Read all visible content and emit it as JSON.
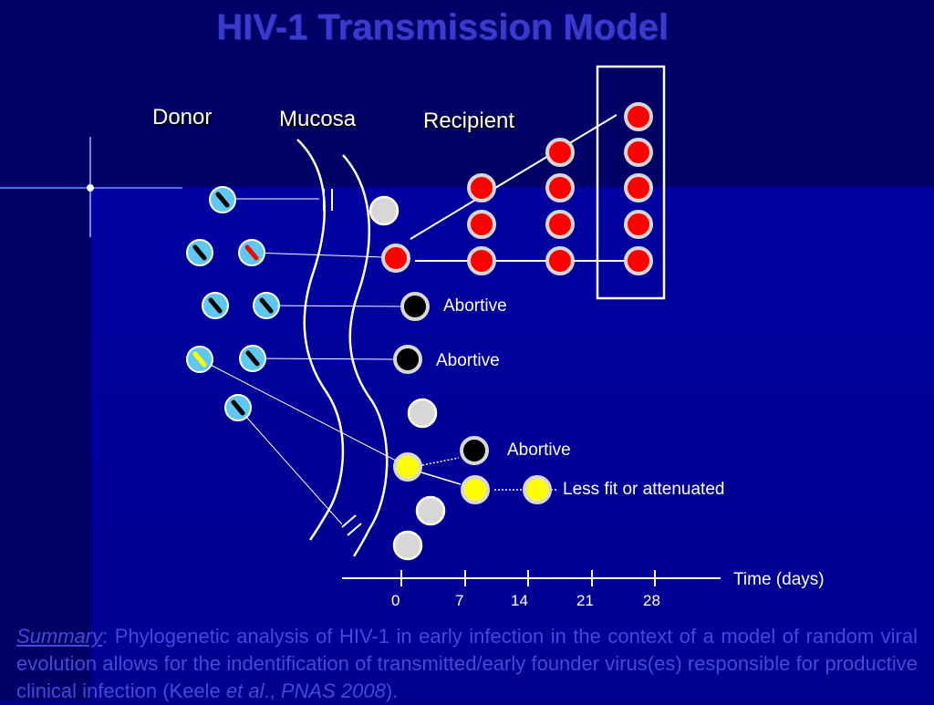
{
  "title": "HIV-1 Transmission Model",
  "headers": {
    "donor": "Donor",
    "mucosa": "Mucosa",
    "recipient": "Recipient"
  },
  "labels": {
    "abortive_1": "Abortive",
    "abortive_2": "Abortive",
    "abortive_3": "Abortive",
    "less_fit": "Less fit or attenuated"
  },
  "axis": {
    "label": "Time (days)",
    "ticks": [
      "0",
      "7",
      "14",
      "21",
      "28"
    ]
  },
  "summary": {
    "label": "Summary",
    "colon": ":",
    "text_1": "  Phylogenetic analysis of HIV-1 in early infection in the context of a model of random viral evolution allows for the indentification of transmitted/early founder virus(es) responsible for productive clinical infection (Keele ",
    "etal": "et al",
    "comma": "., ",
    "journal": "PNAS 2008",
    "end": ")."
  },
  "colors": {
    "virion": "#5ec8f0",
    "infected": "#ff0000",
    "abortive": "#000000",
    "uninfected": "#d8d8d8",
    "attenuated": "#ffff00"
  }
}
